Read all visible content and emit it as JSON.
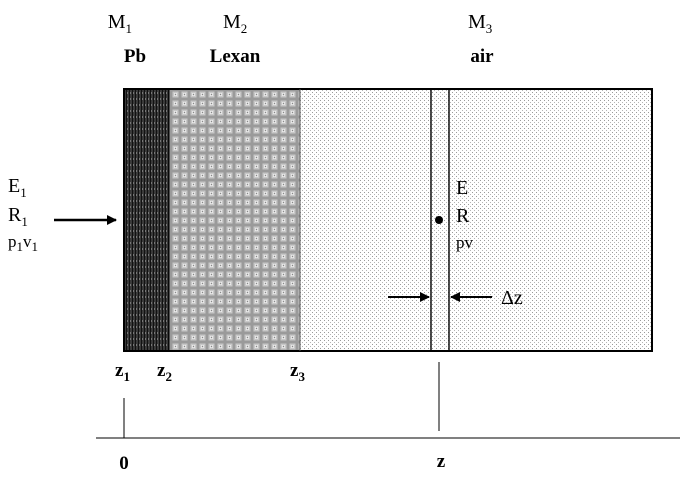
{
  "materials": [
    {
      "symbol": "M",
      "subscript": "1",
      "name": "Pb"
    },
    {
      "symbol": "M",
      "subscript": "2",
      "name": "Lexan"
    },
    {
      "symbol": "M",
      "subscript": "3",
      "name": "air"
    }
  ],
  "incident": {
    "e": "E",
    "e_sub": "1",
    "r": "R",
    "r_sub": "1",
    "p": "p",
    "p_sub": "1",
    "v": "v",
    "v_sub": "1"
  },
  "local": {
    "e": "E",
    "r": "R",
    "pv": "pv"
  },
  "slab_width_label": "Δz",
  "interfaces": [
    {
      "symbol": "z",
      "subscript": "1"
    },
    {
      "symbol": "z",
      "subscript": "2"
    },
    {
      "symbol": "z",
      "subscript": "3"
    }
  ],
  "axis": {
    "origin_label": "0",
    "position_label": "z"
  }
}
